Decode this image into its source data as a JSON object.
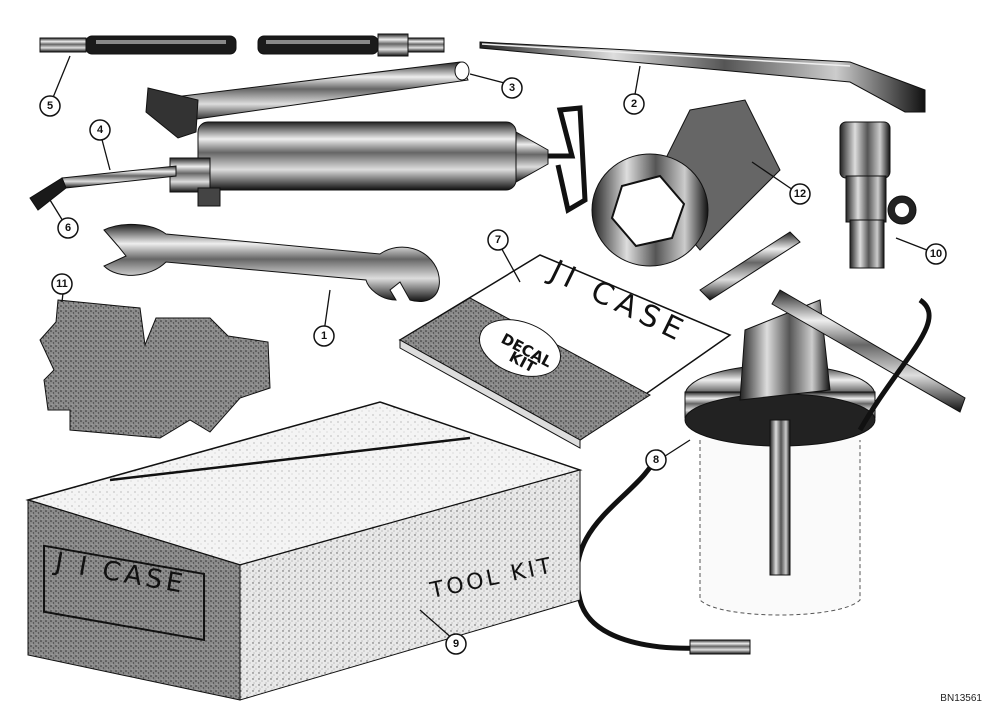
{
  "callouts": [
    {
      "number": "1"
    },
    {
      "number": "2"
    },
    {
      "number": "3"
    },
    {
      "number": "4"
    },
    {
      "number": "5"
    },
    {
      "number": "6"
    },
    {
      "number": "7"
    },
    {
      "number": "8"
    },
    {
      "number": "9"
    },
    {
      "number": "10"
    },
    {
      "number": "11"
    },
    {
      "number": "12"
    }
  ],
  "toolbox": {
    "brand": "J I CASE",
    "label": "TOOL KIT"
  },
  "decal_booklet": {
    "brand": "JI CASE",
    "seal_line1": "DECAL",
    "seal_line2": "KIT"
  },
  "plate_code": "BN13561",
  "colors": {
    "ink": "#111111",
    "paper": "#ffffff",
    "shade": "#7a7a7a",
    "dark": "#2a2a2a"
  }
}
